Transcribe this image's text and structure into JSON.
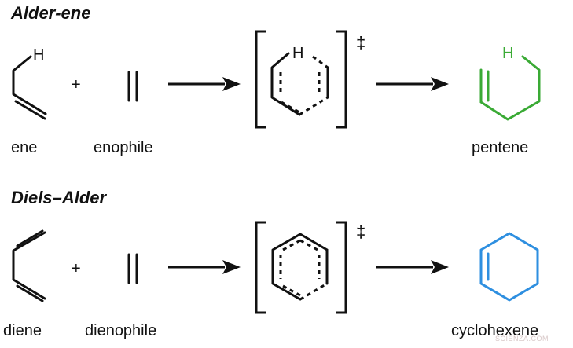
{
  "reaction_1": {
    "title": "Alder-ene",
    "reactant_1_label": "ene",
    "reactant_1_atom": "H",
    "plus": "+",
    "reactant_2_label": "enophile",
    "transition_state_atom": "H",
    "transition_state_mark": "‡",
    "product_label": "pentene",
    "product_atom": "H",
    "product_color": "#3aaa35"
  },
  "reaction_2": {
    "title": "Diels–Alder",
    "reactant_1_label": "diene",
    "plus": "+",
    "reactant_2_label": "dienophile",
    "transition_state_mark": "‡",
    "product_label": "cyclohexene",
    "product_color": "#2e8fe0"
  },
  "watermark": "SCIENZA.COM",
  "watermark_color": "#d9c9c9"
}
